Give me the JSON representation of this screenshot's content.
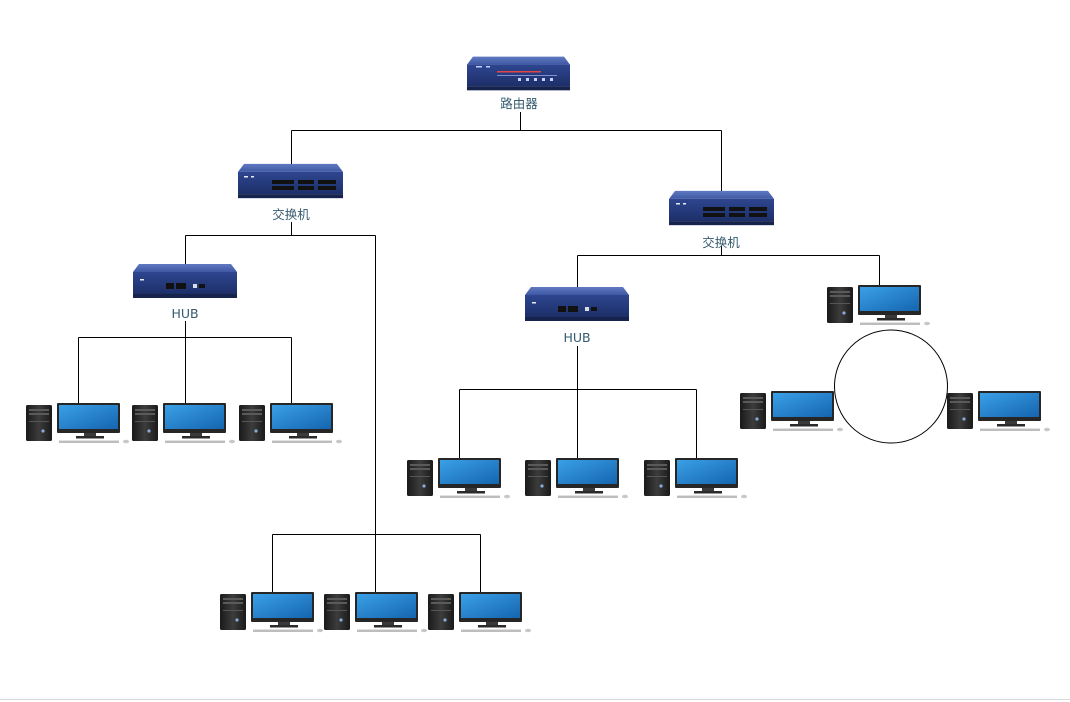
{
  "diagram": {
    "router": {
      "label": "路由器",
      "icon": "router-icon"
    },
    "switches": [
      {
        "label": "交换机",
        "icon": "switch-icon"
      },
      {
        "label": "交换机",
        "icon": "switch-icon"
      }
    ],
    "hubs": [
      {
        "label": "HUB",
        "icon": "hub-icon"
      },
      {
        "label": "HUB",
        "icon": "hub-icon"
      }
    ],
    "computer_icon": "desktop-computer-icon",
    "colors": {
      "device_body": "#2f4a8f",
      "device_top": "#4d67b3",
      "monitor_screen": "#1f7fc9",
      "tower": "#2b2b2b",
      "link_line": "#000000",
      "label_text": "#355a6e"
    }
  }
}
